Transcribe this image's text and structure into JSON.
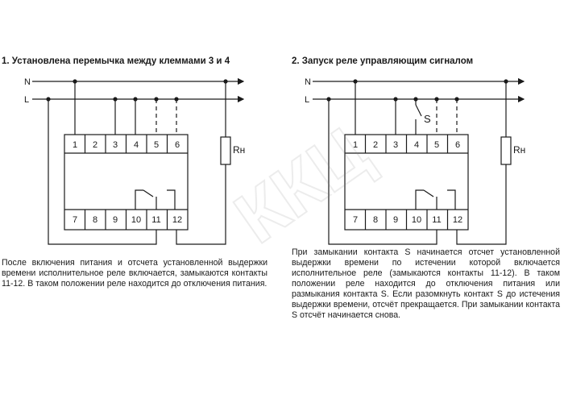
{
  "diagram1": {
    "title": "1. Установлена перемычка между  клеммами 3 и 4",
    "line_n": "N",
    "line_l": "L",
    "top_terminals": [
      "1",
      "2",
      "3",
      "4",
      "5",
      "6"
    ],
    "bottom_terminals": [
      "7",
      "8",
      "9",
      "10",
      "11",
      "12"
    ],
    "load_label": "Rн",
    "description": "После включения питания и отсчета установленной выдержки времени исполнительное реле включается, замыкаются контакты 11-12. В таком положении реле находится до отключения питания."
  },
  "diagram2": {
    "title": "2. Запуск реле управляющим сигналом",
    "line_n": "N",
    "line_l": "L",
    "switch_label": "S",
    "top_terminals": [
      "1",
      "2",
      "3",
      "4",
      "5",
      "6"
    ],
    "bottom_terminals": [
      "7",
      "8",
      "9",
      "10",
      "11",
      "12"
    ],
    "load_label": "Rн",
    "description": "При замыкании контакта S начинается отсчет установленной выдержки времени по истечении которой включается исполнительное реле (замыкаются контакты 11-12). В таком положении реле находится до отключения питания или размыкания контакта S. Если разомкнуть контакт S до истечения выдержки времени, отсчёт прекращается. При замыкании контакта S отсчёт начинается снова."
  },
  "watermark": "ККЦ"
}
